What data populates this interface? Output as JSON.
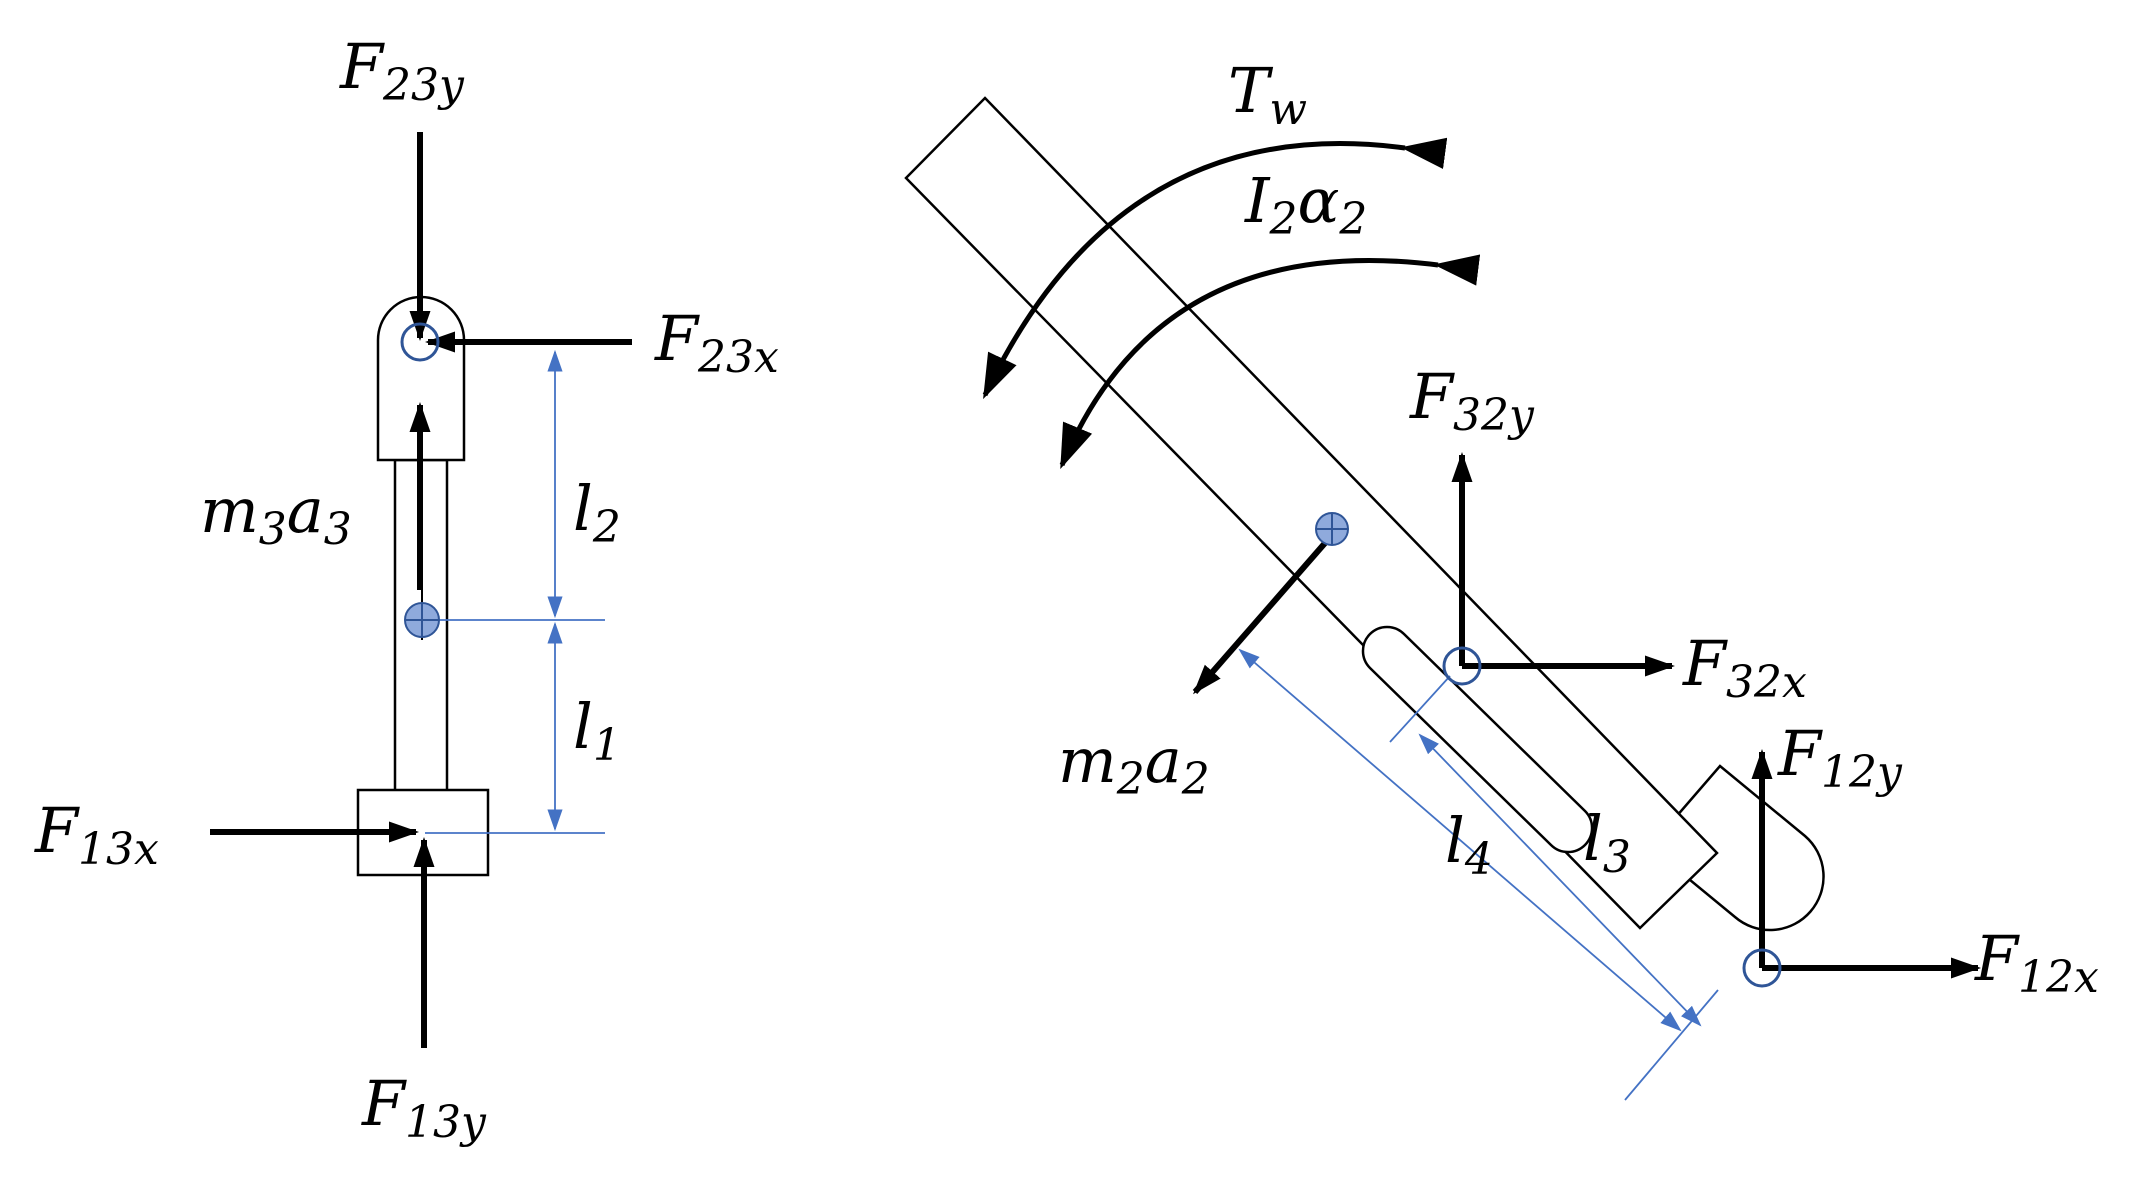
{
  "colors": {
    "dimension": "#4472c4",
    "pin": "#2f5597",
    "centroid_fill": "#8faadc",
    "ink": "#000000"
  },
  "left_body": {
    "f23y": {
      "main": "F",
      "sub": "23y"
    },
    "f23x": {
      "main": "F",
      "sub": "23x"
    },
    "m3a3": {
      "m": "m",
      "m_sub": "3",
      "a": "a",
      "a_sub": "3"
    },
    "l2": {
      "main": "l",
      "sub": "2"
    },
    "l1": {
      "main": "l",
      "sub": "1"
    },
    "f13x": {
      "main": "F",
      "sub": "13x"
    },
    "f13y": {
      "main": "F",
      "sub": "13y"
    }
  },
  "right_body": {
    "tw": {
      "main": "T",
      "sub": "w"
    },
    "i2a2": {
      "i": "I",
      "i_sub": "2",
      "a": "α",
      "a_sub": "2"
    },
    "f32y": {
      "main": "F",
      "sub": "32y"
    },
    "f32x": {
      "main": "F",
      "sub": "32x"
    },
    "m2a2": {
      "m": "m",
      "m_sub": "2",
      "a": "a",
      "a_sub": "2"
    },
    "l4": {
      "main": "l",
      "sub": "4"
    },
    "l3": {
      "main": "l",
      "sub": "3"
    },
    "f12y": {
      "main": "F",
      "sub": "12y"
    },
    "f12x": {
      "main": "F",
      "sub": "12x"
    }
  }
}
